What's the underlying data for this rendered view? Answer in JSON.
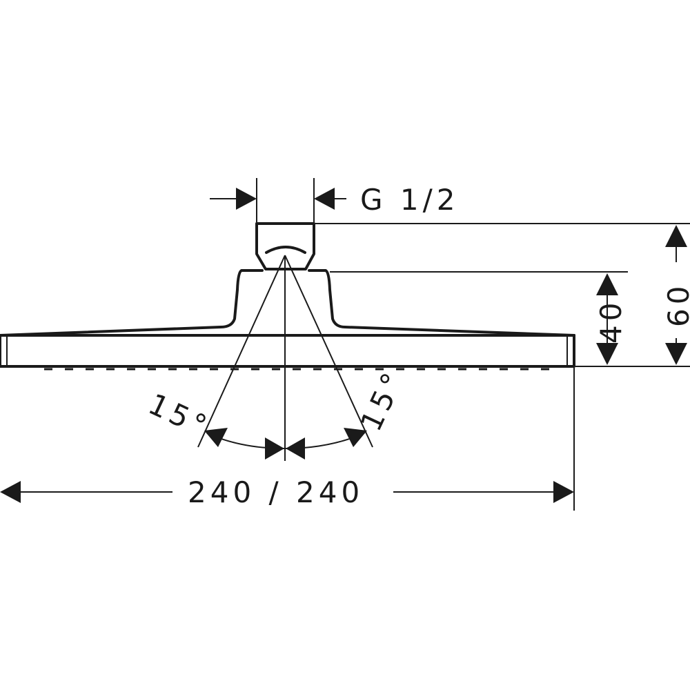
{
  "dimensions": {
    "thread": "G 1/2",
    "total_height": "60",
    "body_height": "40",
    "angle_left": "15°",
    "angle_right": "15°",
    "width": "240 / 240"
  },
  "colors": {
    "line": "#1a1a1a",
    "background": "#ffffff"
  }
}
